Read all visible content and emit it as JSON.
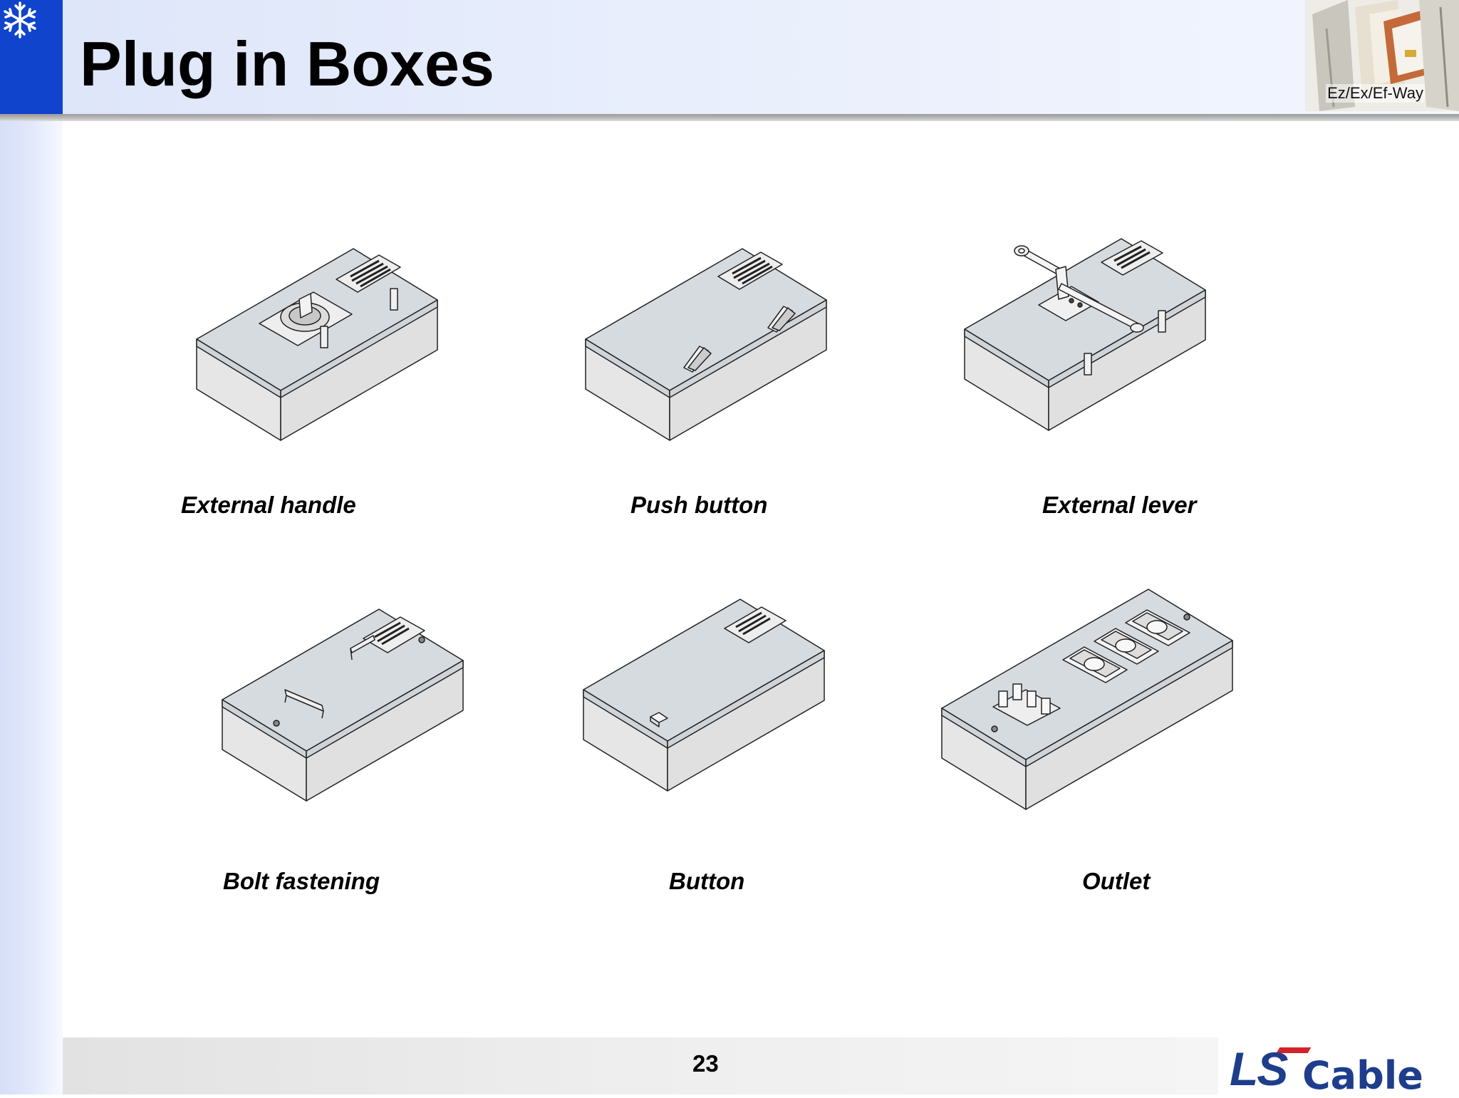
{
  "header": {
    "title": "Plug in Boxes",
    "photo_label": "Ez/Ex/Ef-Way"
  },
  "items": [
    {
      "caption": "External handle",
      "icon": "plug-in-box-external-handle"
    },
    {
      "caption": "Push button",
      "icon": "plug-in-box-push-button"
    },
    {
      "caption": "External lever",
      "icon": "plug-in-box-external-lever"
    },
    {
      "caption": "Bolt fastening",
      "icon": "plug-in-box-bolt-fastening"
    },
    {
      "caption": "Button",
      "icon": "plug-in-box-button"
    },
    {
      "caption": "Outlet",
      "icon": "plug-in-box-outlet"
    }
  ],
  "footer": {
    "page_number": "23",
    "brand_ls": "LS",
    "brand_cable": "Cable"
  },
  "colors": {
    "accent_blue": "#1144cc",
    "brand_blue": "#1e3d8c",
    "brand_red": "#d2232a",
    "box_top": "#d5dadf",
    "box_side": "#e4e4e4"
  }
}
